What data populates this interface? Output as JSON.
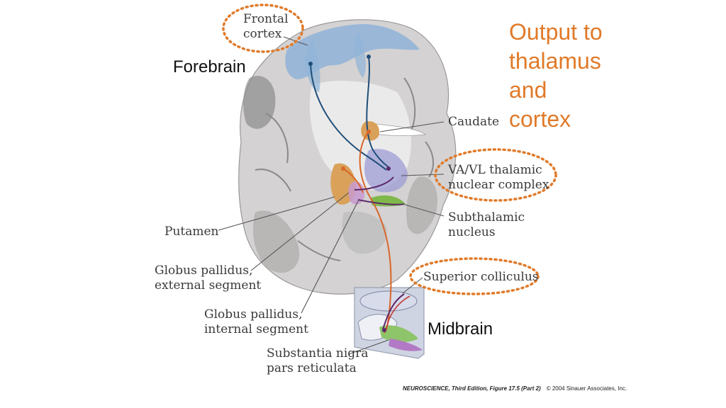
{
  "colors": {
    "accent_orange": "#e07a2a",
    "dotted_outline": "#e07a2a",
    "pathway_blue": "#1f4f7a",
    "pathway_purple": "#5c2a6a",
    "pathway_orange": "#d9662a",
    "cortex_blue": "#8fb3d9",
    "striatum_orange": "#d9a15a",
    "nucleus_green": "#7fb84a"
  },
  "labels": {
    "frontal_cortex": [
      "Frontal",
      "cortex"
    ],
    "caudate": "Caudate",
    "vavl": [
      "VA/VL thalamic",
      "nuclear complex"
    ],
    "subthalamic": [
      "Subthalamic",
      "nucleus"
    ],
    "putamen": "Putamen",
    "gp_external": [
      "Globus pallidus,",
      "external segment"
    ],
    "gp_internal": [
      "Globus pallidus,",
      "internal segment"
    ],
    "superior_colliculus": "Superior colliculus",
    "substantia_nigra": [
      "Substantia nigra",
      "pars reticulata"
    ]
  },
  "annotations": {
    "forebrain": "Forebrain",
    "midbrain": "Midbrain",
    "output": [
      "Output to",
      "thalamus",
      "and",
      "cortex"
    ]
  },
  "credit": {
    "source": "NEUROSCIENCE, Third Edition, Figure 17.5 (Part 2)",
    "copyright": "© 2004 Sinauer Associates, Inc."
  }
}
